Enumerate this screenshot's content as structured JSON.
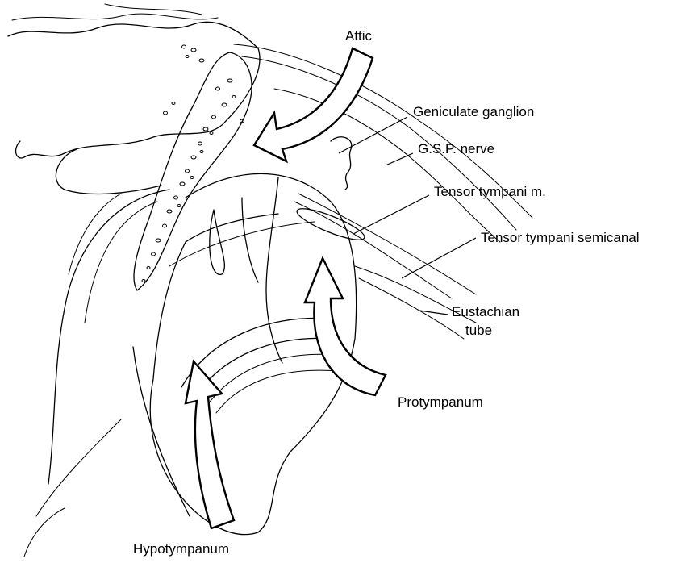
{
  "labels": {
    "attic": "Attic",
    "geniculate_ganglion": "Geniculate ganglion",
    "gsp_nerve": "G.S.P. nerve",
    "tensor_tympani_m": "Tensor tympani m.",
    "tensor_tympani_semicanal": "Tensor tympani semicanal",
    "eustachian_line1": "Eustachian",
    "eustachian_line2": "tube",
    "protympanum": "Protympanum",
    "hypotympanum": "Hypotympanum"
  },
  "colors": {
    "ink": "#000000",
    "paper": "#ffffff"
  }
}
